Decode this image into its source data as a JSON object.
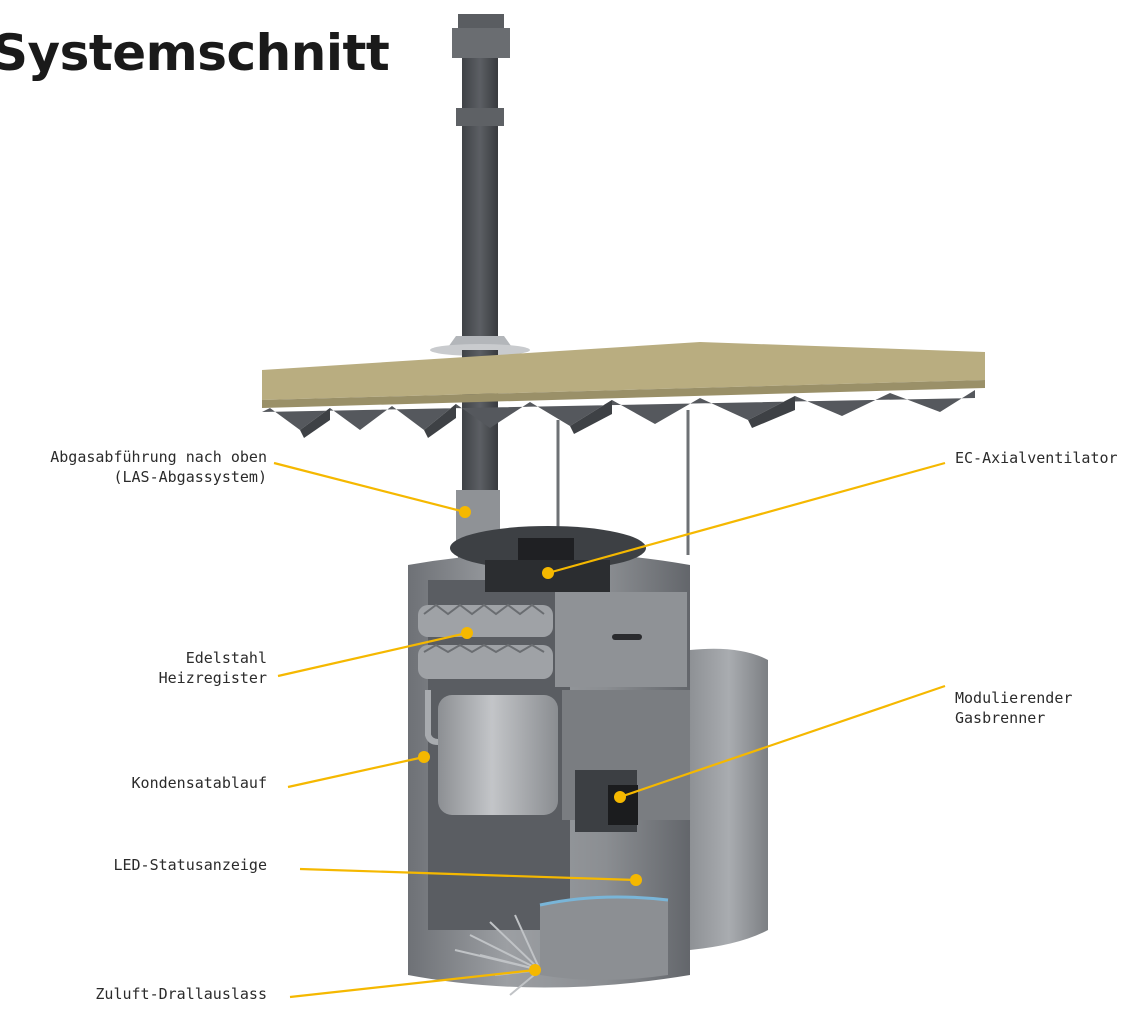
{
  "title": "Systemschnitt",
  "colors": {
    "leader": "#f5b800",
    "insulation": "#b9ad80",
    "steel_dark": "#4a4d52",
    "steel_mid": "#7d8085",
    "steel_light": "#a4a7ab"
  },
  "callouts": {
    "abgas": {
      "lines": [
        "Abgasabführung nach oben",
        "(LAS-Abgassystem)"
      ]
    },
    "ventilator": {
      "lines": [
        "EC-Axialventilator"
      ]
    },
    "heizregister": {
      "lines": [
        "Edelstahl",
        "Heizregister"
      ]
    },
    "gasbrenner": {
      "lines": [
        "Modulierender",
        "Gasbrenner"
      ]
    },
    "kondensat": {
      "lines": [
        "Kondensatablauf"
      ]
    },
    "led": {
      "lines": [
        "LED-Statusanzeige"
      ]
    },
    "zuluft": {
      "lines": [
        "Zuluft-Drallauslass"
      ]
    }
  }
}
